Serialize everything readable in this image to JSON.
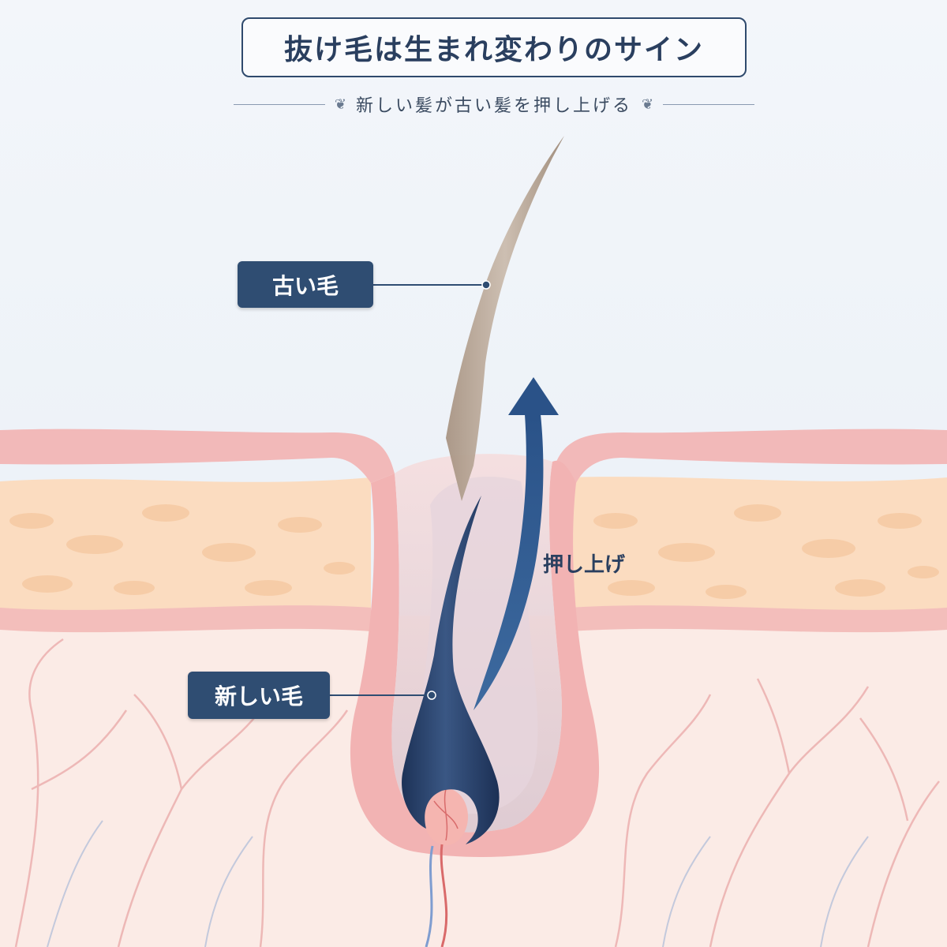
{
  "title": "抜け毛は生まれ変わりのサイン",
  "subtitle": "新しい髪が古い髪を押し上げる",
  "labels": {
    "old_hair": "古い毛",
    "new_hair": "新しい毛",
    "push_up": "押し上げ"
  },
  "icons": {
    "leaf_left": "leaf-icon",
    "leaf_right": "leaf-icon",
    "arrow": "arrow-up-icon"
  },
  "colors": {
    "navy": "#2f4d72",
    "epidermis": "#f2b8b8",
    "fat_layer": "#fbdcc0",
    "dermis": "#fbe9e4",
    "old_hair": "#b8a594",
    "new_hair": "#27406b",
    "sky": "#eef3f8"
  }
}
